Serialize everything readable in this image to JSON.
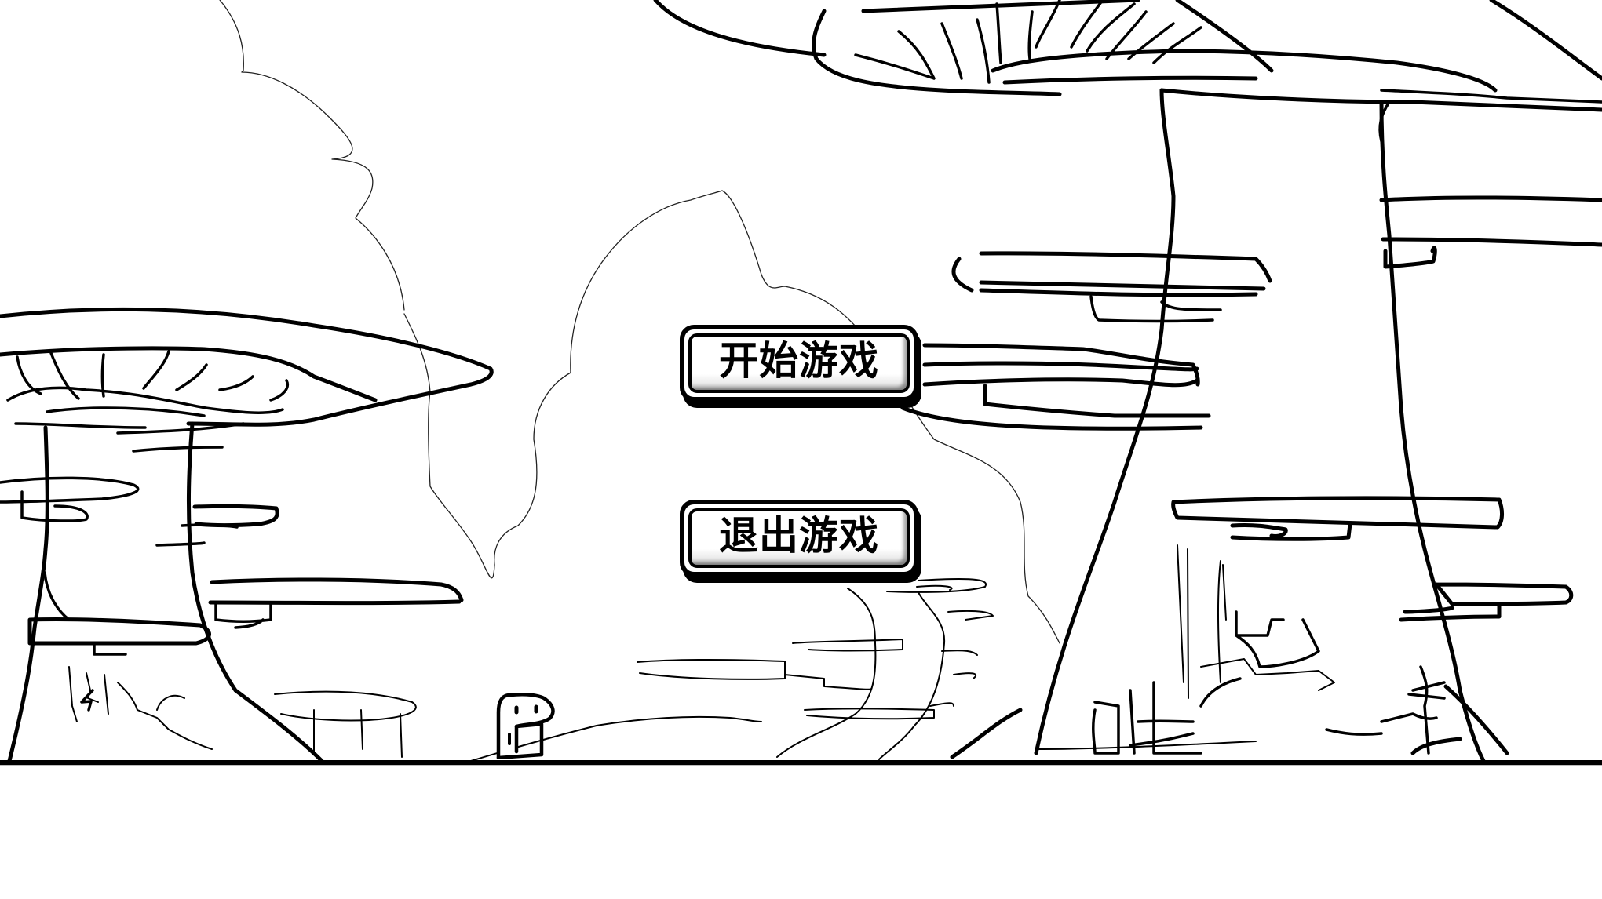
{
  "screen": "main-menu",
  "menu": {
    "start_label": "开始游戏",
    "quit_label": "退出游戏"
  },
  "scene": {
    "style": "hand-drawn black ink sketch on white",
    "elements": [
      "mushroom-tower-left",
      "mushroom-tower-right-large",
      "mushroom-tower-center",
      "cloud-outlines",
      "ground-line",
      "small-character"
    ]
  },
  "colors": {
    "background": "#ffffff",
    "ink": "#000000",
    "button_face": "#ffffff",
    "button_border": "#000000"
  }
}
